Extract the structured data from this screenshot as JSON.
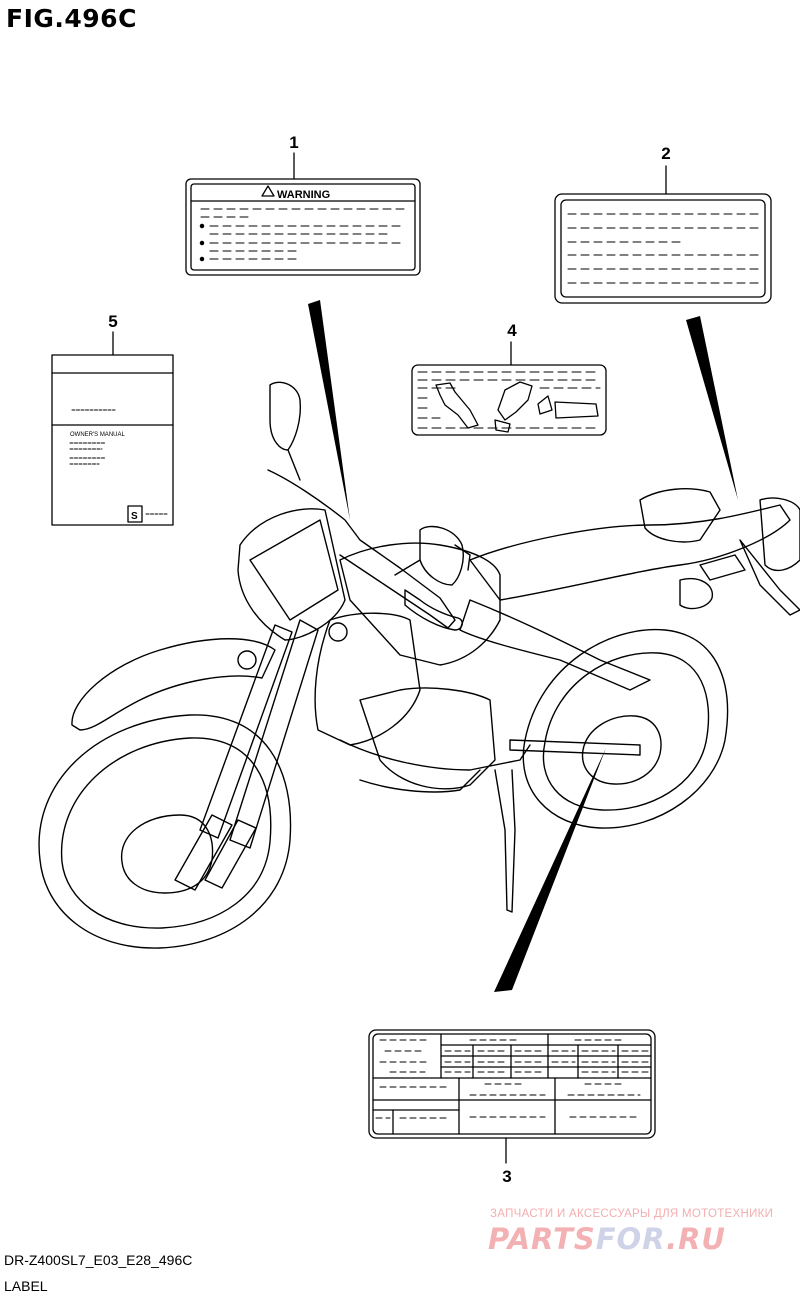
{
  "figure": {
    "title": "FIG.496C",
    "code": "DR-Z400SL7_E03_E28_496C",
    "caption": "LABEL"
  },
  "callouts": [
    "1",
    "2",
    "3",
    "4",
    "5"
  ],
  "labels": {
    "warning": {
      "heading": "WARNING",
      "icon": "warning-triangle-icon"
    },
    "owners_manual": {
      "text": "OWNER'S MANUAL",
      "logo": "suzuki-logo"
    }
  },
  "watermark": {
    "text_ru": "ЗАПЧАСТИ И АКСЕССУАРЫ ДЛЯ МОТОТЕХНИКИ",
    "logo_a": "PARTS",
    "logo_b": "FOR",
    "logo_c": ".RU"
  },
  "colors": {
    "line": "#000000",
    "watermark": "#f3b1b3"
  }
}
